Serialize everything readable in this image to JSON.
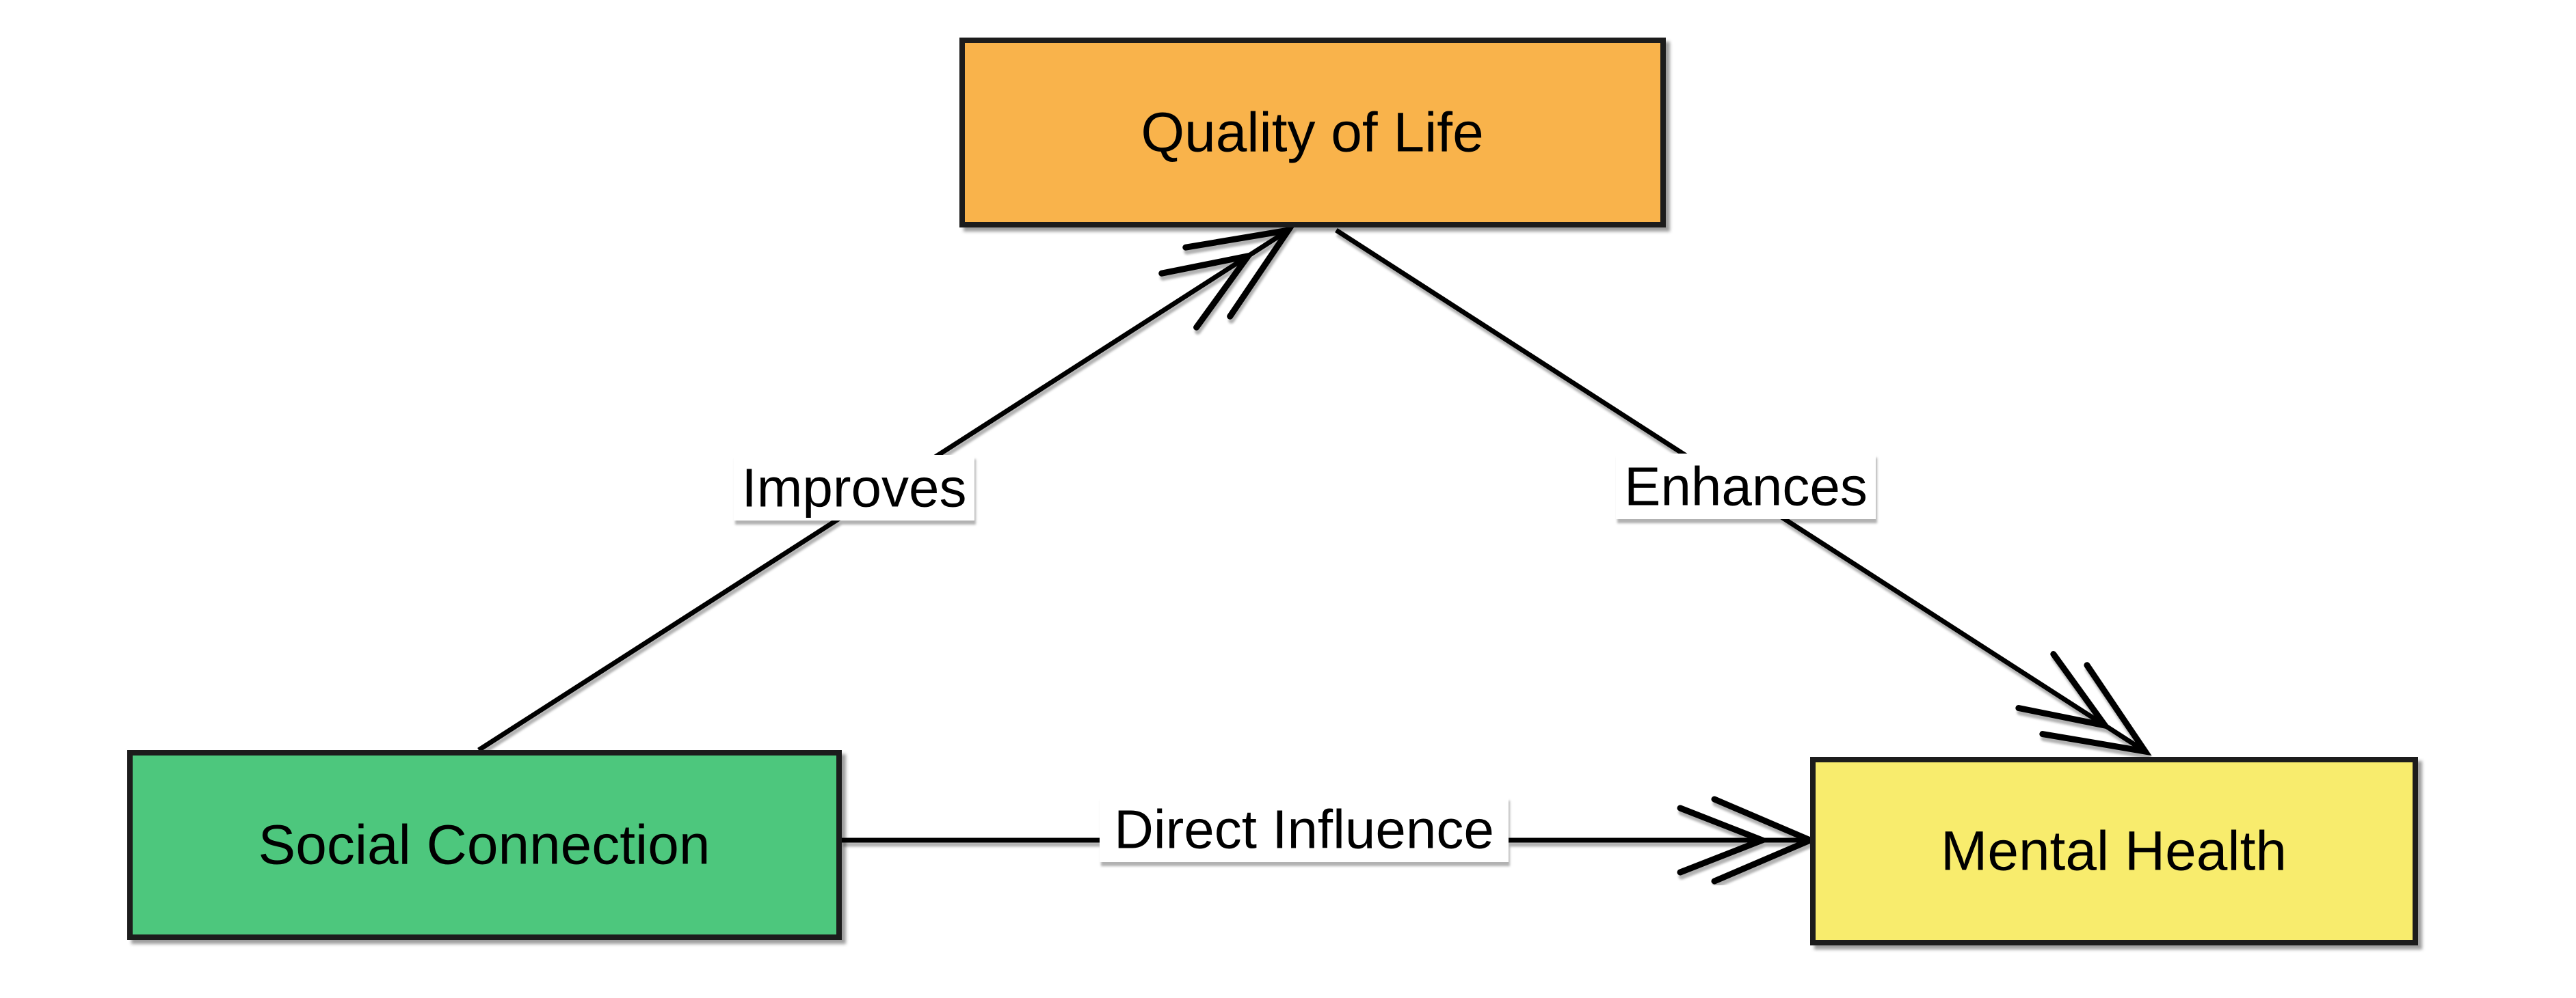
{
  "canvas": {
    "background": "#ffffff"
  },
  "styles": {
    "edge_color": "#000000",
    "text_color": "#000000",
    "node_border_color": "#1a1a1a"
  },
  "nodes": {
    "quality_of_life": {
      "label": "Quality of Life",
      "fill": "#F9B34B"
    },
    "social_connection": {
      "label": "Social Connection",
      "fill": "#4DC77D"
    },
    "mental_health": {
      "label": "Mental Health",
      "fill": "#F8EC6D"
    }
  },
  "edges": {
    "improves": {
      "label": "Improves",
      "from": "Social Connection",
      "to": "Quality of Life"
    },
    "enhances": {
      "label": "Enhances",
      "from": "Quality of Life",
      "to": "Mental Health"
    },
    "direct_influence": {
      "label": "Direct Influence",
      "from": "Social Connection",
      "to": "Mental Health"
    }
  }
}
